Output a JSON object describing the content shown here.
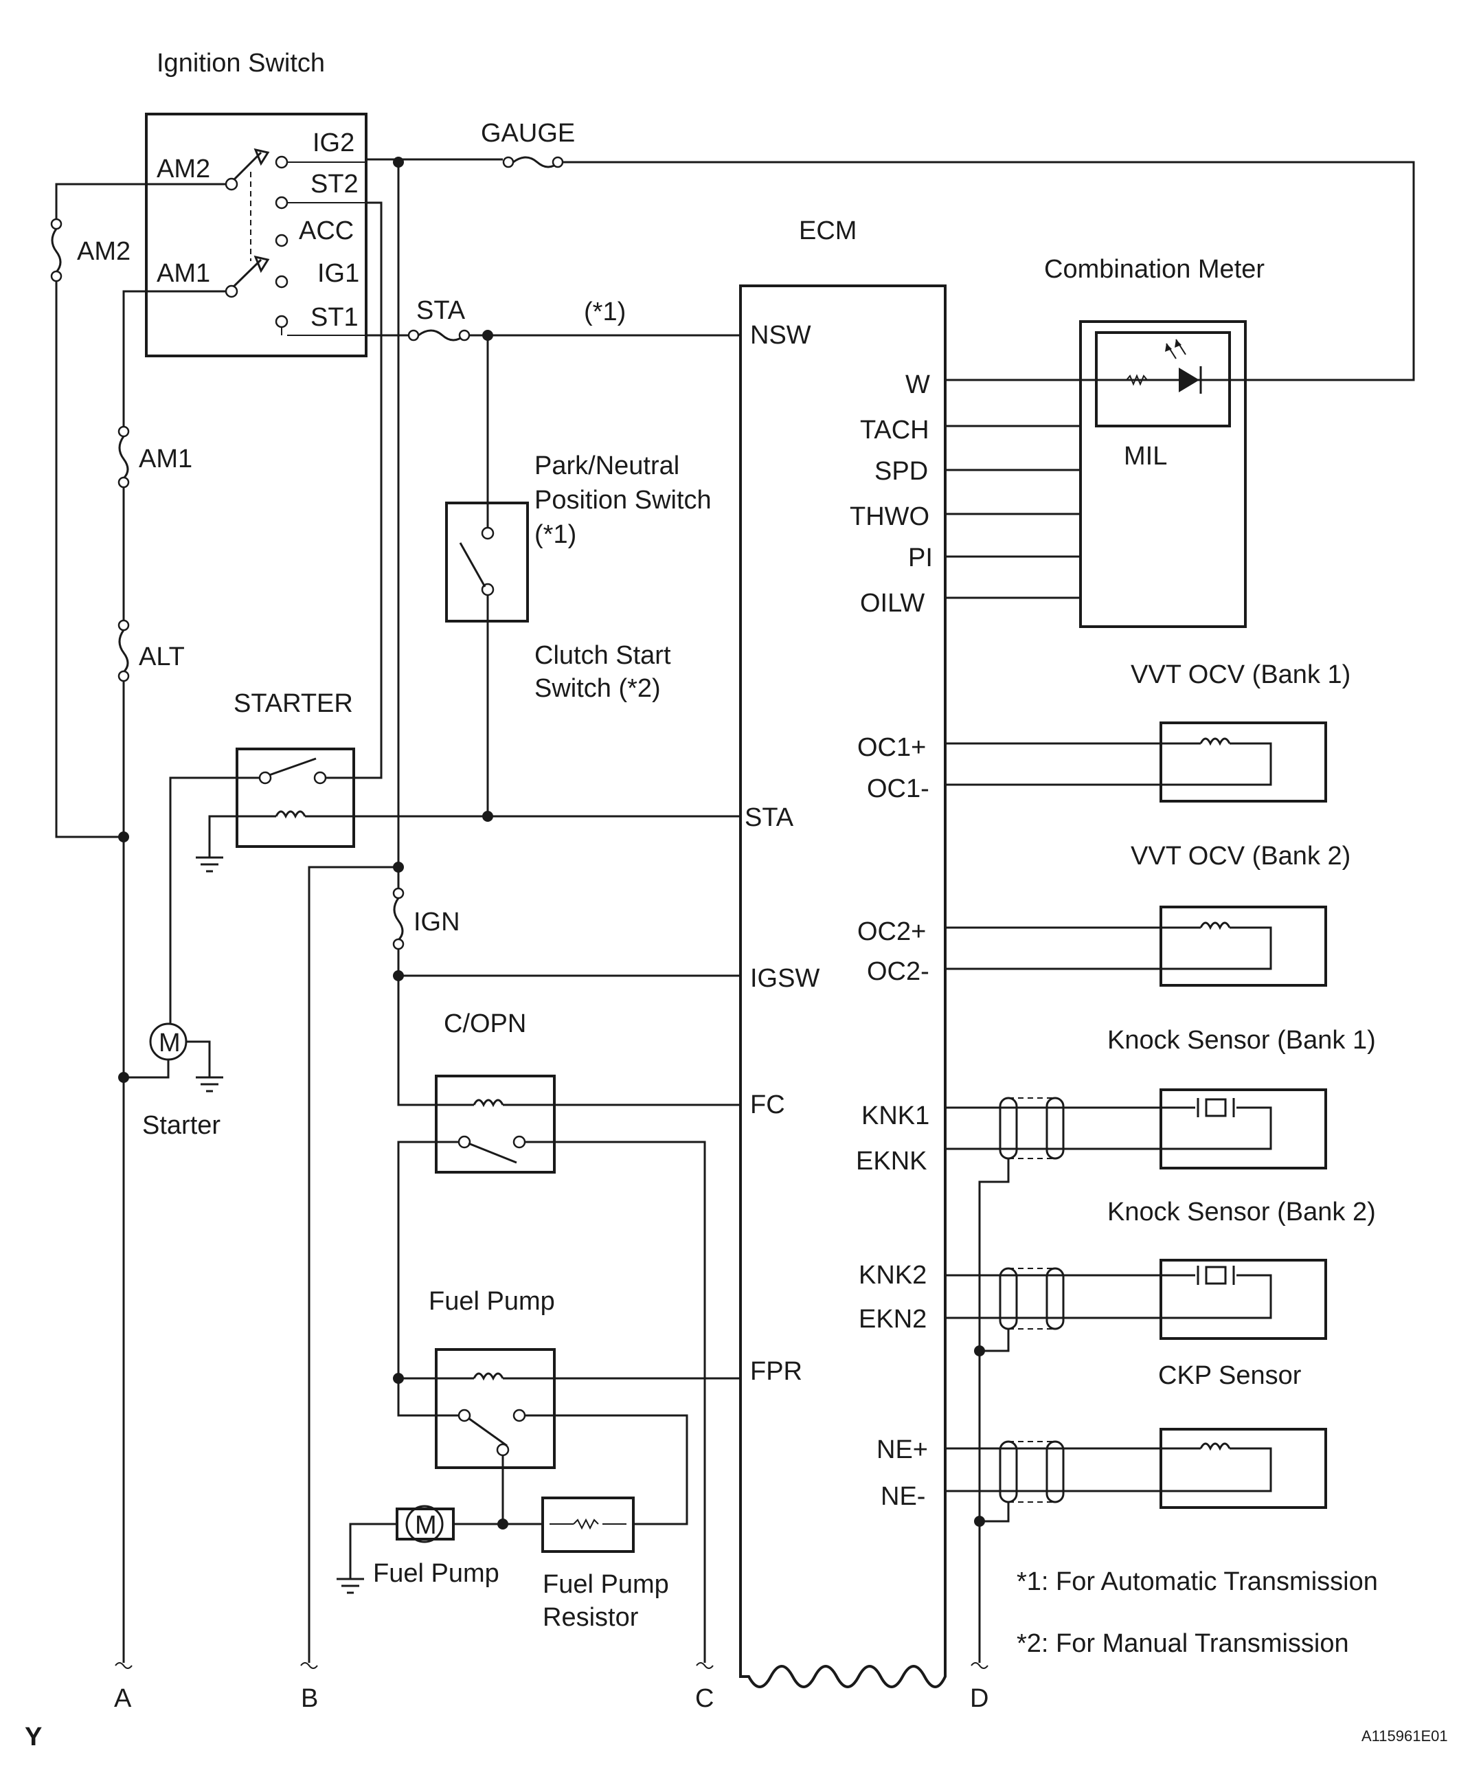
{
  "ignition_switch": {
    "title": "Ignition Switch",
    "terminals": [
      "AM2",
      "IG2",
      "ST2",
      "AM1",
      "ACC",
      "IG1",
      "ST1"
    ]
  },
  "fuses": {
    "gauge": "GAUGE",
    "am2": "AM2",
    "sta": "STA",
    "am1": "AM1",
    "alt": "ALT",
    "ign": "IGN"
  },
  "relays": {
    "starter": "STARTER",
    "copn": "C/OPN",
    "fuel_pump": "Fuel Pump"
  },
  "parts": {
    "pnp_switch_line1": "Park/Neutral",
    "pnp_switch_line2": "Position Switch",
    "pnp_switch_line3": "(*1)",
    "clutch_switch_line1": "Clutch Start",
    "clutch_switch_line2": "Switch (*2)",
    "starter_motor": "Starter",
    "fuel_pump_motor": "Fuel Pump",
    "resistor_line1": "Fuel Pump",
    "resistor_line2": "Resistor",
    "motor_symbol": "M",
    "sta_note": "(*1)"
  },
  "ecm": {
    "title": "ECM",
    "left_pins": [
      "NSW",
      "STA",
      "IGSW",
      "FC",
      "FPR"
    ],
    "right_pins": [
      "W",
      "TACH",
      "SPD",
      "THWO",
      "PI",
      "OILW",
      "OC1+",
      "OC1-",
      "OC2+",
      "OC2-",
      "KNK1",
      "EKNK",
      "KNK2",
      "EKN2",
      "NE+",
      "NE-"
    ]
  },
  "combination_meter": {
    "title": "Combination Meter",
    "mil": "MIL"
  },
  "sensors": {
    "vvt1": "VVT OCV (Bank 1)",
    "vvt2": "VVT OCV (Bank 2)",
    "knock1": "Knock Sensor (Bank 1)",
    "knock2": "Knock Sensor (Bank 2)",
    "ckp": "CKP Sensor"
  },
  "connectors": [
    "A",
    "B",
    "C",
    "D"
  ],
  "notes": {
    "note1": "*1: For Automatic Transmission",
    "note2": "*2: For Manual Transmission"
  },
  "footer": {
    "page_letter": "Y",
    "figure_id": "A115961E01"
  }
}
